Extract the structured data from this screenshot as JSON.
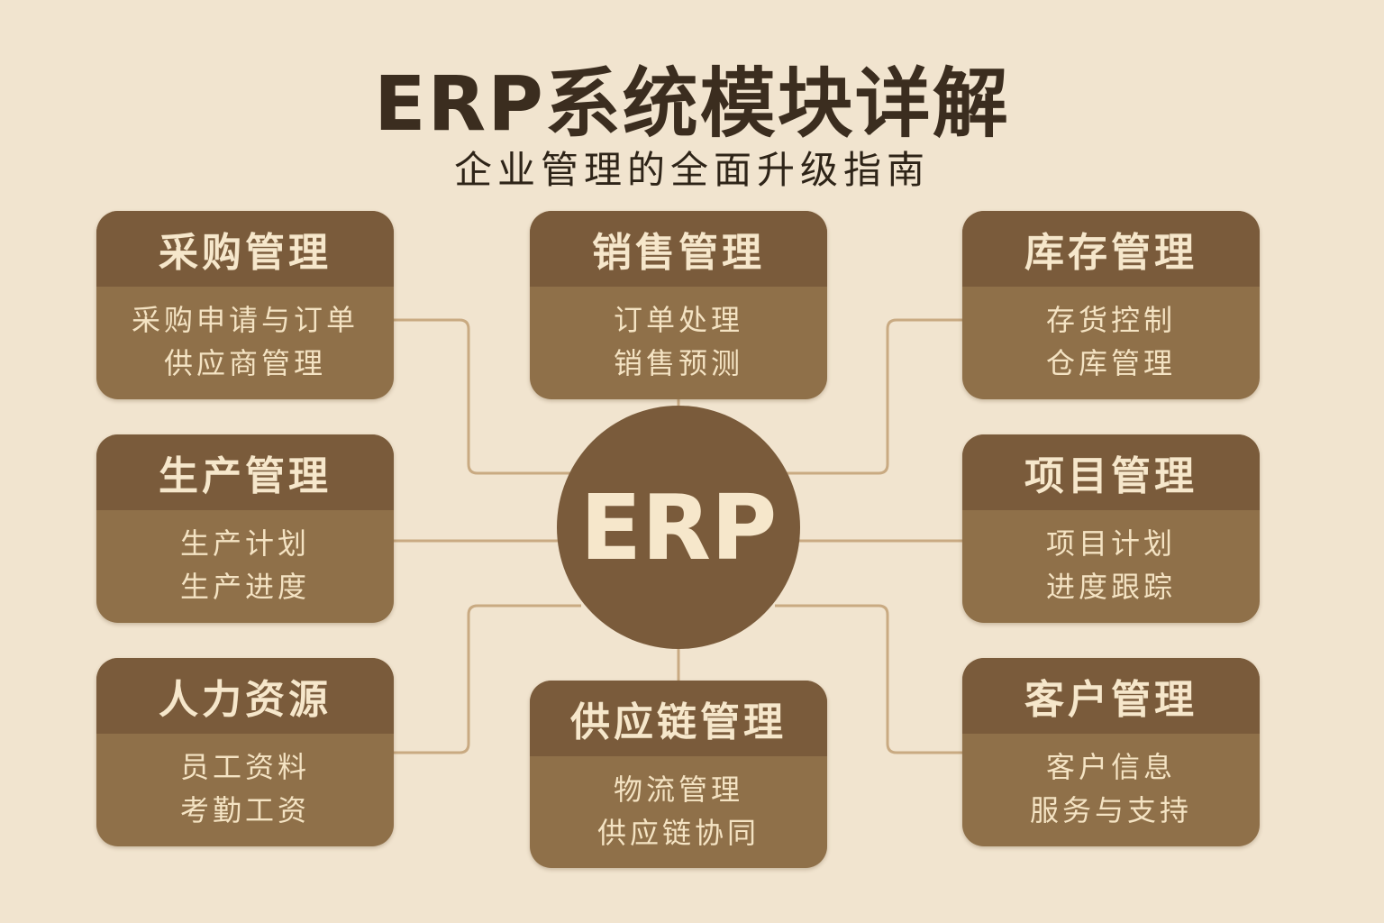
{
  "title": "ERP系统模块详解",
  "subtitle": "企业管理的全面升级指南",
  "hub": "ERP",
  "modules": [
    {
      "title": "采购管理",
      "items": [
        "采购申请与订单",
        "供应商管理"
      ]
    },
    {
      "title": "销售管理",
      "items": [
        "订单处理",
        "销售预测"
      ]
    },
    {
      "title": "库存管理",
      "items": [
        "存货控制",
        "仓库管理"
      ]
    },
    {
      "title": "生产管理",
      "items": [
        "生产计划",
        "生产进度"
      ]
    },
    {
      "title": "项目管理",
      "items": [
        "项目计划",
        "进度跟踪"
      ]
    },
    {
      "title": "人力资源",
      "items": [
        "员工资料",
        "考勤工资"
      ]
    },
    {
      "title": "供应链管理",
      "items": [
        "物流管理",
        "供应链协同"
      ]
    },
    {
      "title": "客户管理",
      "items": [
        "客户信息",
        "服务与支持"
      ]
    }
  ],
  "colors": {
    "background": "#f1e4cf",
    "header": "#7a5b3b",
    "body": "#8f7049",
    "connector": "#c9aa82"
  }
}
